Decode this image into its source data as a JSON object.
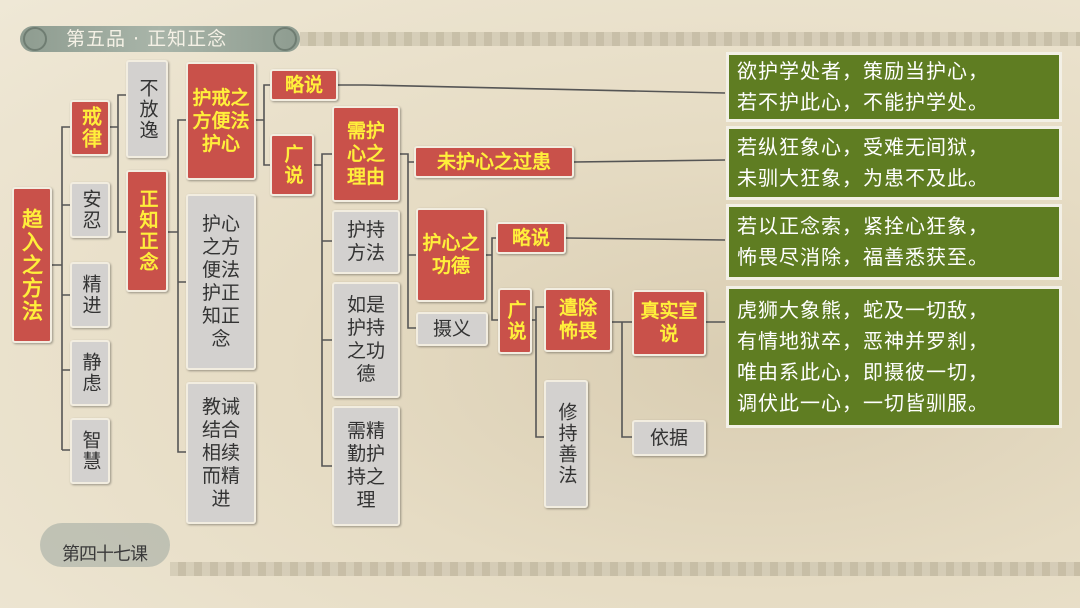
{
  "header": {
    "title": "第五品 · 正知正念"
  },
  "footer": {
    "lesson": "第四十七课"
  },
  "nodes": {
    "qu_ru": "趋入之方法",
    "jie_lv": "戒律",
    "an_ren": "安忍",
    "jing_jin": "精进",
    "jing_lv": "静虑",
    "zhi_hui": "智慧",
    "bu_fang_yi": "不放逸",
    "zheng_zhi": "正知正念",
    "hu_jie": "护戒之方便法护心",
    "hu_xin_fang": "护心之方便法护正知正念",
    "jiao_jie": "教诫结合相续而精进",
    "lue_shuo_1": "略说",
    "guang_shuo_1": "广说",
    "xu_hu": "需护心之理由",
    "wei_hu": "未护心之过患",
    "hu_chi_fa": "护持方法",
    "ru_shi": "如是护持之功德",
    "xu_jing": "需精勤护持之理",
    "hu_gong": "护心之功德",
    "lue_shuo_2": "略说",
    "she_yi": "摄义",
    "guang_shuo_2": "广说",
    "qian_chu": "遣除怖畏",
    "xiu_chi": "修持善法",
    "zhen_shi": "真实宣说",
    "yi_ju": "依据"
  },
  "quotes": {
    "q1": [
      "欲护学处者，策励当护心，",
      "若不护此心，不能护学处。"
    ],
    "q2": [
      "若纵狂象心，受难无间狱，",
      "未驯大狂象，为患不及此。"
    ],
    "q3": [
      "若以正念索，紧拴心狂象，",
      "怖畏尽消除，福善悉获至。"
    ],
    "q4": [
      "虎狮大象熊，蛇及一切敌，",
      "有情地狱卒，恶神并罗刹，",
      "唯由系此心，即摄彼一切，",
      "调伏此一心，一切皆驯服。"
    ]
  },
  "colors": {
    "node_red": "#c9514a",
    "node_text": "#ffef3b",
    "node_gray": "#d3d1cf",
    "quote_bg": "#5f7d22",
    "line": "#555555"
  },
  "icons": {
    "banner_left": "knot-ornament-icon",
    "banner_right": "knot-ornament-icon",
    "footer": "cloud-ornament-icon"
  }
}
